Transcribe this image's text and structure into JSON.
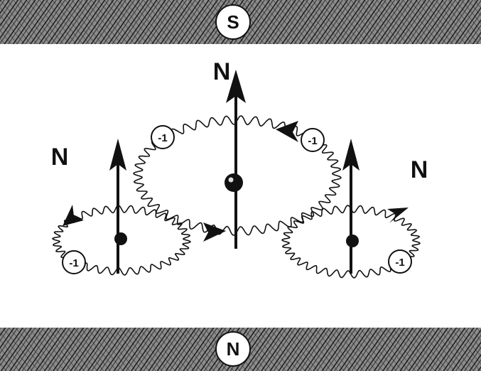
{
  "magnet": {
    "top_pole": "S",
    "bottom_pole": "N"
  },
  "field_labels": {
    "left": "N",
    "center": "N",
    "right": "N"
  },
  "charges": {
    "center_left": "-1",
    "center_right": "-1",
    "left": "-1",
    "right": "-1"
  },
  "colors": {
    "ink": "#111111",
    "background": "#ffffff",
    "magnet_fill": "#7a7a7a"
  }
}
